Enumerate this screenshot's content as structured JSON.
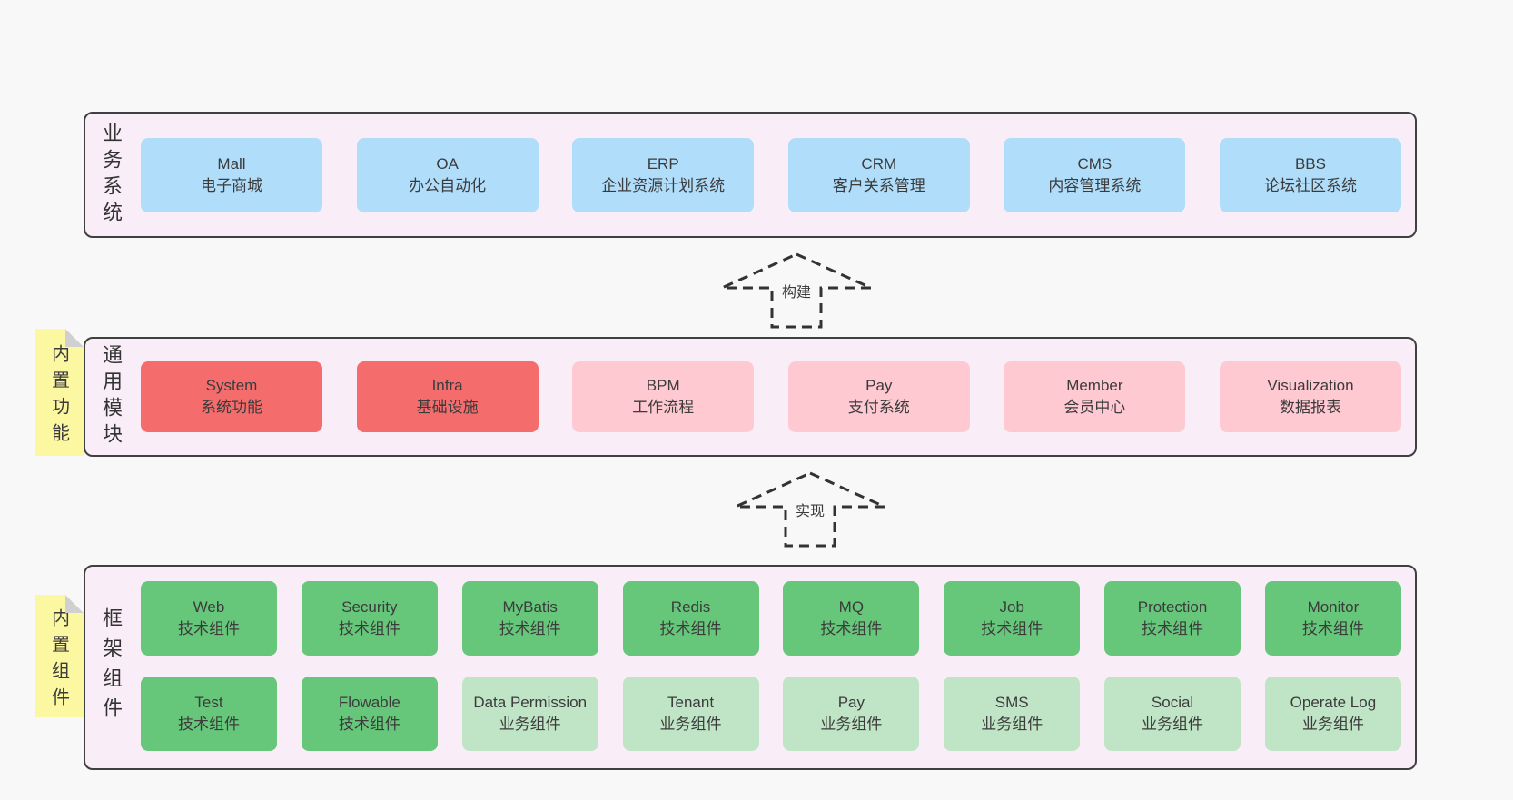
{
  "colors": {
    "page_bg": "#f8f8f8",
    "section_bg": "#f9eef7",
    "section_border": "#404040",
    "business_box": "#afddfa",
    "core_module_box": "#f56c6c",
    "optional_module_box": "#ffc9d2",
    "tech_component_box": "#66c77a",
    "biz_component_box": "#c0e5c6",
    "sticky_note": "#fcf7a1",
    "sticky_fold": "#d0d0d2"
  },
  "arrows": {
    "build": "构建",
    "implement": "实现"
  },
  "sections": {
    "business": {
      "label": "业务系统",
      "boxes": [
        {
          "title": "Mall",
          "subtitle": "电子商城"
        },
        {
          "title": "OA",
          "subtitle": "办公自动化"
        },
        {
          "title": "ERP",
          "subtitle": "企业资源计划系统"
        },
        {
          "title": "CRM",
          "subtitle": "客户关系管理"
        },
        {
          "title": "CMS",
          "subtitle": "内容管理系统"
        },
        {
          "title": "BBS",
          "subtitle": "论坛社区系统"
        }
      ]
    },
    "modules": {
      "label": "通用模块",
      "sticky": "内置功能",
      "boxes": [
        {
          "title": "System",
          "subtitle": "系统功能",
          "style": "red"
        },
        {
          "title": "Infra",
          "subtitle": "基础设施",
          "style": "red"
        },
        {
          "title": "BPM",
          "subtitle": "工作流程",
          "style": "pink"
        },
        {
          "title": "Pay",
          "subtitle": "支付系统",
          "style": "pink"
        },
        {
          "title": "Member",
          "subtitle": "会员中心",
          "style": "pink"
        },
        {
          "title": "Visualization",
          "subtitle": "数据报表",
          "style": "pink"
        }
      ]
    },
    "components": {
      "label": "框架组件",
      "sticky": "内置组件",
      "row1": [
        {
          "title": "Web",
          "subtitle": "技术组件",
          "style": "green"
        },
        {
          "title": "Security",
          "subtitle": "技术组件",
          "style": "green"
        },
        {
          "title": "MyBatis",
          "subtitle": "技术组件",
          "style": "green"
        },
        {
          "title": "Redis",
          "subtitle": "技术组件",
          "style": "green"
        },
        {
          "title": "MQ",
          "subtitle": "技术组件",
          "style": "green"
        },
        {
          "title": "Job",
          "subtitle": "技术组件",
          "style": "green"
        },
        {
          "title": "Protection",
          "subtitle": "技术组件",
          "style": "green"
        },
        {
          "title": "Monitor",
          "subtitle": "技术组件",
          "style": "green"
        }
      ],
      "row2": [
        {
          "title": "Test",
          "subtitle": "技术组件",
          "style": "green"
        },
        {
          "title": "Flowable",
          "subtitle": "技术组件",
          "style": "green"
        },
        {
          "title": "Data Permission",
          "subtitle": "业务组件",
          "style": "lgreen"
        },
        {
          "title": "Tenant",
          "subtitle": "业务组件",
          "style": "lgreen"
        },
        {
          "title": "Pay",
          "subtitle": "业务组件",
          "style": "lgreen"
        },
        {
          "title": "SMS",
          "subtitle": "业务组件",
          "style": "lgreen"
        },
        {
          "title": "Social",
          "subtitle": "业务组件",
          "style": "lgreen"
        },
        {
          "title": "Operate Log",
          "subtitle": "业务组件",
          "style": "lgreen"
        }
      ]
    }
  }
}
